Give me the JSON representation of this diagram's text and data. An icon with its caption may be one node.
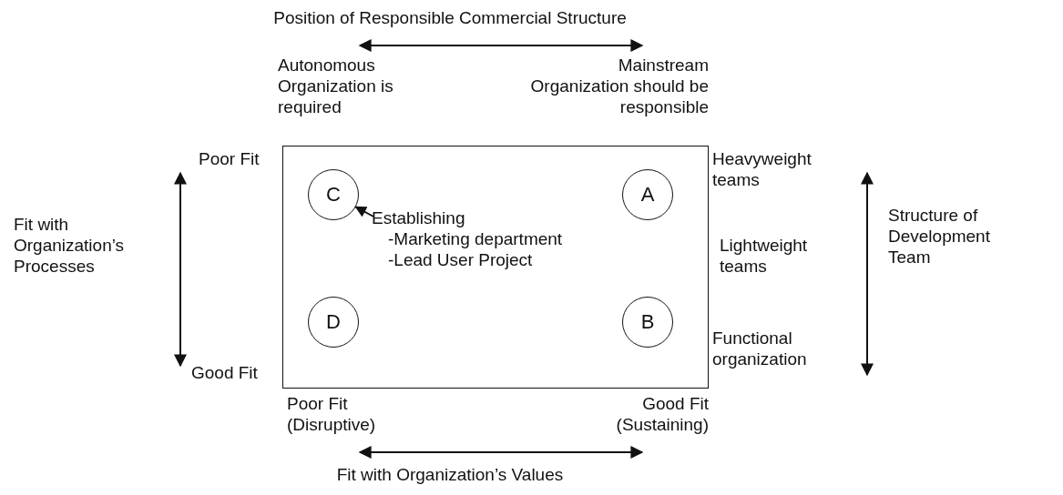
{
  "diagram": {
    "nodes": [
      {
        "text": [],
        "shape": "box"
      },
      {
        "text": [
          "C"
        ],
        "in": 0
      },
      {
        "text": [
          "A"
        ],
        "in": 0
      },
      {
        "text": [
          "Establishing",
          "-Marketing department",
          "-Lead User Project"
        ],
        "in": 0
      },
      {
        "text": [
          "D"
        ],
        "in": 0
      },
      {
        "text": [
          "B"
        ],
        "in": 0
      }
    ],
    "edges": [
      {
        "from": 3,
        "to": 1,
        "arrow": "to"
      }
    ],
    "labels": [
      "Position of Responsible Commercial Structure",
      "Autonomous Organization is required",
      "Mainstream Organization should be responsible",
      "Poor Fit",
      "Heavyweight teams",
      "Fit with Organization’s Processes",
      "Lightweight teams",
      "Structure of Development Team",
      "Functional organization",
      "Good Fit",
      "Poor Fit (Disruptive)",
      "Good Fit (Sustaining)",
      "Fit with Organization’s Values"
    ]
  }
}
